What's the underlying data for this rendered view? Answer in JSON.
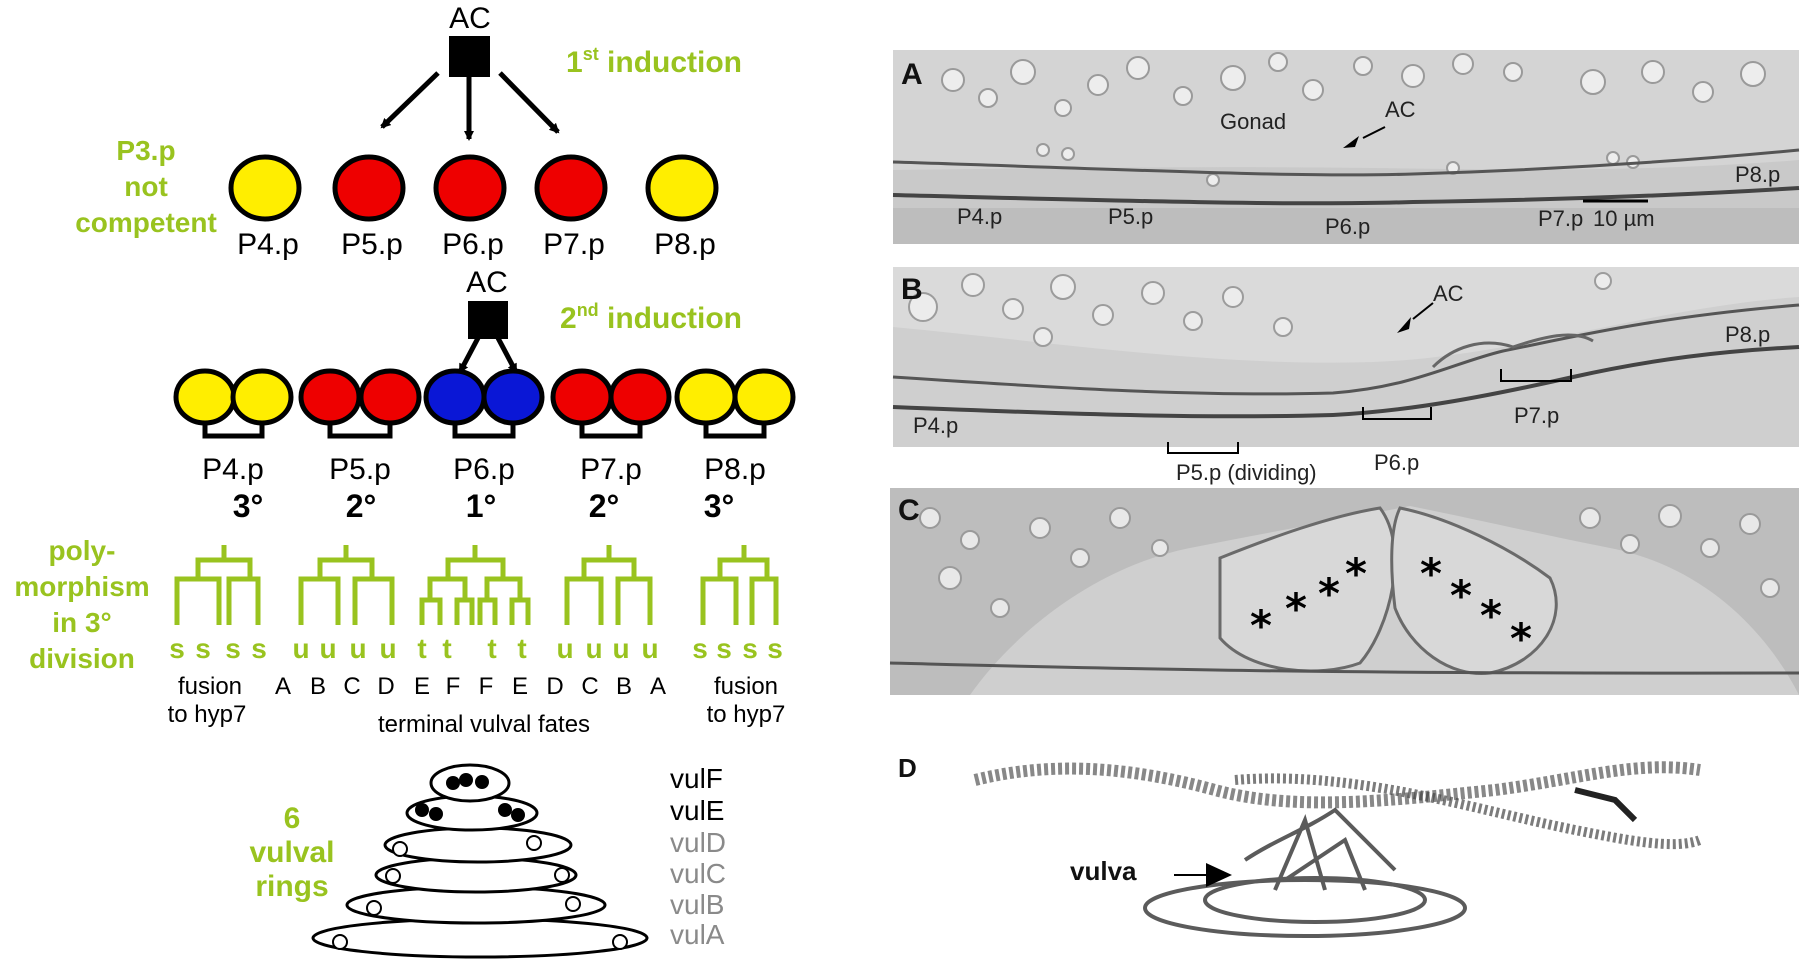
{
  "colors": {
    "green": "#99c31f",
    "red": "#ee0000",
    "yellow": "#ffee00",
    "blue": "#0a17d6",
    "ring_label_gray": "#8a8a8a"
  },
  "induction1": {
    "ac": "AC",
    "title_main": "1",
    "title_sup": "st",
    "title_rest": " induction",
    "cells": [
      "P4.p",
      "P5.p",
      "P6.p",
      "P7.p",
      "P8.p"
    ]
  },
  "p3": {
    "line1": "P3.p",
    "line2": "not",
    "line3": "competent"
  },
  "induction2": {
    "ac": "AC",
    "title_main": "2",
    "title_sup": "nd",
    "title_rest": " induction",
    "cells": [
      "P4.p",
      "P5.p",
      "P6.p",
      "P7.p",
      "P8.p"
    ],
    "fates": [
      "3°",
      "2°",
      "1°",
      "2°",
      "3°"
    ]
  },
  "polymorphism": {
    "lines": [
      "poly-",
      "morphism",
      "in 3°",
      "division"
    ]
  },
  "lineage_letters": {
    "g4": [
      "s",
      "s",
      "s",
      "s"
    ],
    "g5": [
      "u",
      "u",
      "u",
      "u"
    ],
    "g6": [
      "t",
      "t",
      "t",
      "t"
    ],
    "g7": [
      "u",
      "u",
      "u",
      "u"
    ],
    "g8": [
      "s",
      "s",
      "s",
      "s"
    ]
  },
  "vulval_letters": [
    "A",
    "B",
    "C",
    "D",
    "E",
    "F",
    "F",
    "E",
    "D",
    "C",
    "B",
    "A"
  ],
  "fusion_left": [
    "fusion",
    "to hyp7"
  ],
  "fusion_right": [
    "fusion",
    "to hyp7"
  ],
  "terminal_label": "terminal vulval fates",
  "rings_label": [
    "6",
    "vulval",
    "rings"
  ],
  "ring_names": [
    "vulF",
    "vulE",
    "vulD",
    "vulC",
    "vulB",
    "vulA"
  ],
  "panel_a": {
    "letter": "A",
    "gonad": "Gonad",
    "ac": "AC",
    "p8": "P8.p",
    "cells": [
      "P4.p",
      "P5.p",
      "P6.p",
      "P7.p"
    ],
    "scale": "10 µm"
  },
  "panel_b": {
    "letter": "B",
    "ac": "AC",
    "p8": "P8.p",
    "p4": "P4.p",
    "p7": "P7.p",
    "p6": "P6.p",
    "p5": "P5.p (dividing)"
  },
  "panel_c": {
    "letter": "C"
  },
  "panel_d": {
    "letter": "D",
    "vulva": "vulva"
  }
}
